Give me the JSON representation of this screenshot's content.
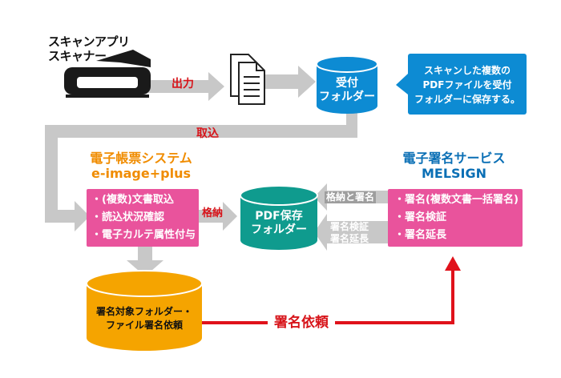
{
  "scanner": {
    "line1": "スキャンアプリ",
    "line2": "スキャナー"
  },
  "labels": {
    "output": "出力",
    "ingest": "取込",
    "store": "格納",
    "store_sign": "格納と署名",
    "verify": "署名検証",
    "extend": "署名延長",
    "sign_request": "署名依頼"
  },
  "receive_folder": {
    "line1": "受付",
    "line2": "フォルダー"
  },
  "callout": {
    "line1": "スキャンした複数の",
    "line2": "PDFファイルを受付",
    "line3": "フォルダーに保存する。"
  },
  "eimage": {
    "title1": "電子帳票システム",
    "title2": "e-image+plus",
    "items": [
      "・(複数)文書取込",
      "・読込状況確認",
      "・電子カルテ属性付与"
    ]
  },
  "pdf_folder": {
    "line1": "PDF保存",
    "line2": "フォルダー"
  },
  "melsign": {
    "title1": "電子署名サービス",
    "title2": "MELSIGN",
    "items": [
      "・署名(複数文書一括署名)",
      "・署名検証",
      "・署名延長"
    ]
  },
  "target_folder": {
    "line1": "署名対象フォルダー・",
    "line2": "ファイル署名依頼"
  },
  "colors": {
    "gray_arrow": "#c8c8c8",
    "red_arrow": "#e0121b",
    "blue_cyl": "#0d8bd3",
    "teal_cyl": "#0f9b8e",
    "orange_cyl": "#f5a400",
    "pink": "#e9539c",
    "orange_title": "#f08c00",
    "blue_title": "#0a6fb5"
  }
}
